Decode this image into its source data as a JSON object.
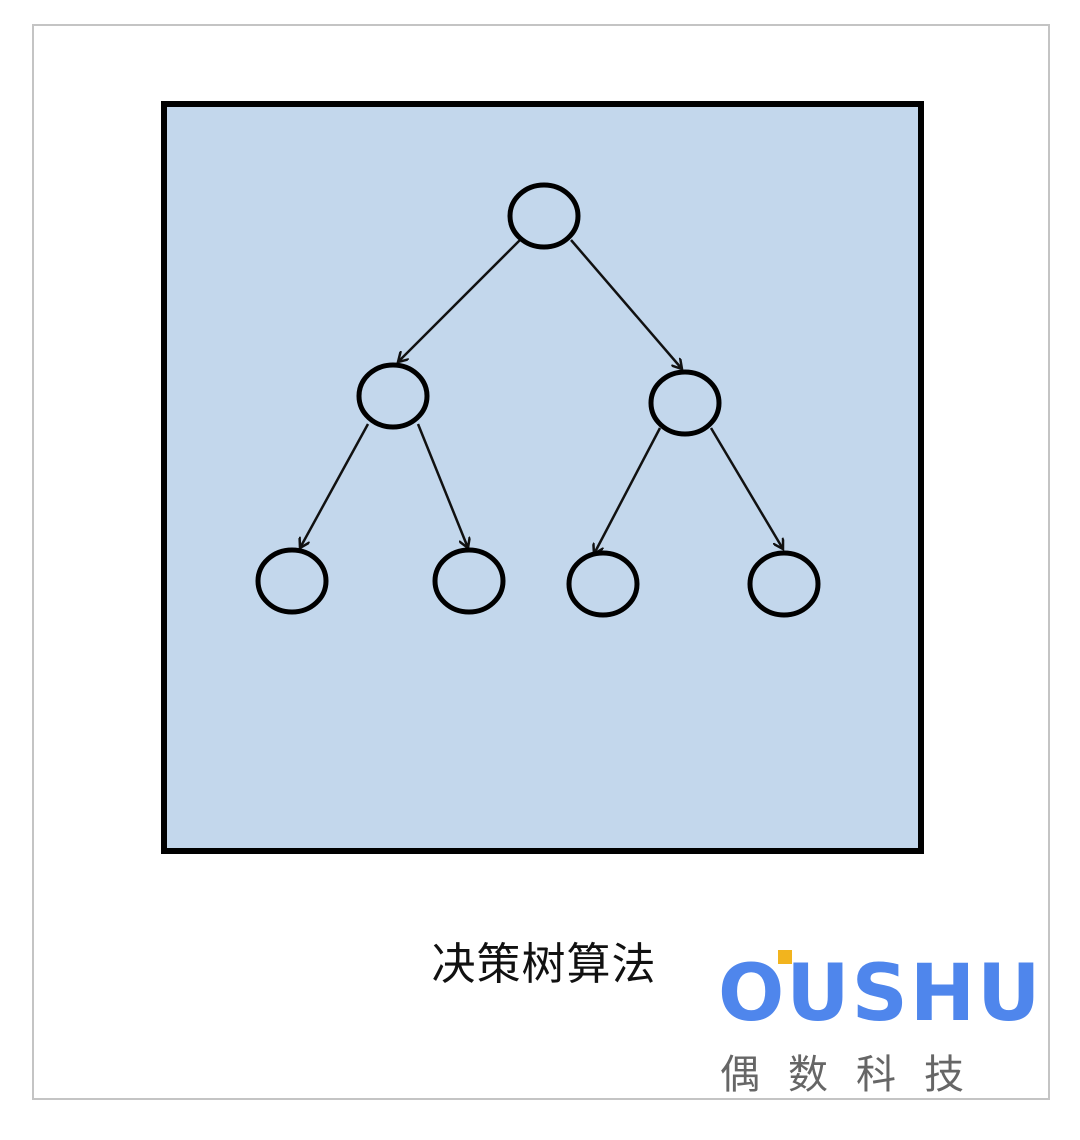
{
  "caption": "决策树算法",
  "logo": {
    "wordmark": "OUSHU",
    "subtitle": "偶数科技",
    "color": "#4f86ec",
    "dot_color": "#f2b41e"
  },
  "diagram": {
    "type": "binary-tree",
    "panel_color": "#c3d7ec",
    "levels": 3,
    "nodes": [
      "root",
      "left",
      "right",
      "left-left",
      "left-right",
      "right-left",
      "right-right"
    ],
    "edges": [
      [
        "root",
        "left"
      ],
      [
        "root",
        "right"
      ],
      [
        "left",
        "left-left"
      ],
      [
        "left",
        "left-right"
      ],
      [
        "right",
        "right-left"
      ],
      [
        "right",
        "right-right"
      ]
    ]
  }
}
